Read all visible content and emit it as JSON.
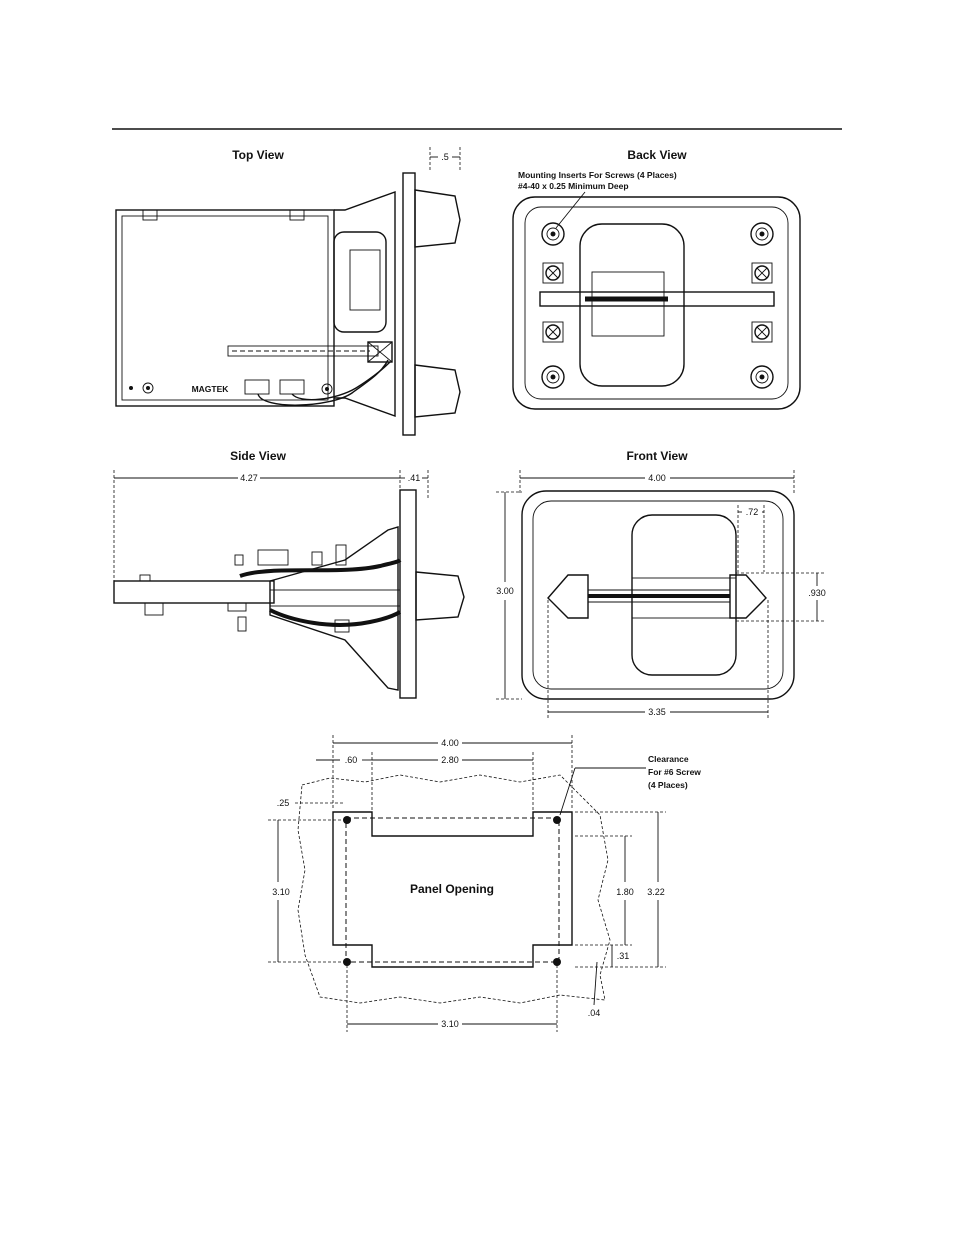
{
  "views": {
    "top": {
      "title": "Top View",
      "dim_depth": ".5",
      "brand": "MAGTEK"
    },
    "back": {
      "title": "Back View",
      "note_line1": "Mounting Inserts For Screws (4 Places)",
      "note_line2": "#4-40 x 0.25 Minimum Deep"
    },
    "side": {
      "title": "Side View",
      "dim_length": "4.27",
      "dim_bezel": ".41"
    },
    "front": {
      "title": "Front View",
      "dim_width": "4.00",
      "dim_height": "3.00",
      "dim_slot": ".72",
      "dim_slot_height": ".930",
      "dim_screw_span": "3.35"
    },
    "panel": {
      "title": "Panel Opening",
      "clearance_line1": "Clearance",
      "clearance_line2": "For #6 Screw",
      "clearance_line3": "(4 Places)",
      "dim_top_width": "4.00",
      "dim_left_offset": ".60",
      "dim_inner_width": "2.80",
      "dim_corner": ".25",
      "dim_left_height": "3.10",
      "dim_inner_height": "1.80",
      "dim_right_height": "3.22",
      "dim_small": ".31",
      "dim_hole": ".04",
      "dim_bottom_width": "3.10"
    }
  }
}
